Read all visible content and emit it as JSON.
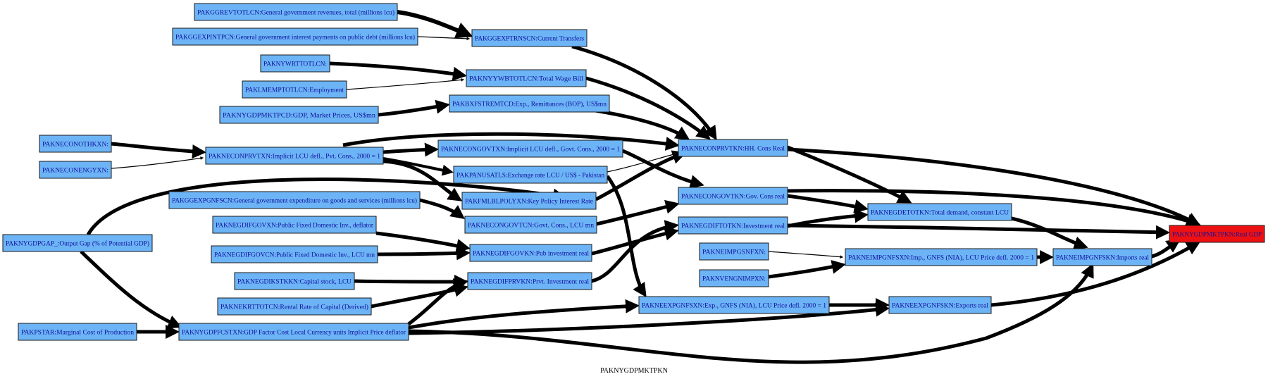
{
  "colors": {
    "node_fill": "#6cb4f5",
    "target_fill": "#ee1111",
    "edge": "#000000",
    "background": "#ffffff"
  },
  "caption": "PAKNYGDPMKTPKN",
  "nodes": [
    {
      "id": "n1",
      "label": "PAKGGREVTOTLCN:General government revenues, total (millions lcu)"
    },
    {
      "id": "n2",
      "label": "PAKGGEXPINTPCN:General government interest payments on public debt (millions lcu)"
    },
    {
      "id": "n3",
      "label": "PAKGGEXPTRNSCN:Current Transfers"
    },
    {
      "id": "n4",
      "label": "PAKNYWRTTOTLCN:"
    },
    {
      "id": "n5",
      "label": "PAKLMEMPTOTLCN:Employment"
    },
    {
      "id": "n6",
      "label": "PAKNYYWBTOTLCN:Total Wage Bill"
    },
    {
      "id": "n7",
      "label": "PAKNYGDPMKTPCD:GDP, Market Prices, US$mn"
    },
    {
      "id": "n8",
      "label": "PAKBXFSTREMTCD:Exp., Remittances (BOP), US$mn"
    },
    {
      "id": "n9",
      "label": "PAKNECONOTHKXN:"
    },
    {
      "id": "n10",
      "label": "PAKNECONENGYXN:"
    },
    {
      "id": "n11",
      "label": "PAKNECONPRVTXN:Implicit LCU defl., Pvt. Cons., 2000 = 1"
    },
    {
      "id": "n12",
      "label": "PAKNECONGOVTXN:Implicit LCU defl., Govt. Cons., 2000 = 1"
    },
    {
      "id": "n13",
      "label": "PAKPANUSATLS:Exchange rate LCU / US$ - Pakistan"
    },
    {
      "id": "n14",
      "label": "PAKFMLBLPOLYXN:Key Policy Interest Rate"
    },
    {
      "id": "n15",
      "label": "PAKNECONPRVTKN:HH. Cons Real"
    },
    {
      "id": "n16",
      "label": "PAKGGEXPGNFSCN:General government expenditure on goods and services (millions lcu)"
    },
    {
      "id": "n17",
      "label": "PAKNECONGOVTKN:Gov. Cons real"
    },
    {
      "id": "n18",
      "label": "PAKNECONGOVTCN:Govt. Cons., LCU mn"
    },
    {
      "id": "n19",
      "label": "PAKNYGDPGAP_:Output Gap (% of Potential GDP)"
    },
    {
      "id": "n20",
      "label": "PAKNEGDIFGOVXN:Public Fixed Domestic Inv., deflator"
    },
    {
      "id": "n21",
      "label": "PAKNEGDIFGOVCN:Public Fixed Domestic Inv., LCU mn"
    },
    {
      "id": "n22",
      "label": "PAKNEGDIFGOVKN:Pub investment real"
    },
    {
      "id": "n23",
      "label": "PAKNEGDIFTOTKN:Investment real"
    },
    {
      "id": "n24",
      "label": "PAKNEGDETOTKN:Total demand, constant LCU"
    },
    {
      "id": "n25",
      "label": "PAKNYGDPMKTPKN:Real GDP"
    },
    {
      "id": "n26",
      "label": "PAKNEIMPGSNFXN:"
    },
    {
      "id": "n27",
      "label": "PAKNEIMPGNFSXN:Imp., GNFS (NIA), LCU Price defl. 2000 = 1"
    },
    {
      "id": "n28",
      "label": "PAKNEIMPGNFSKN:Imports real"
    },
    {
      "id": "n29",
      "label": "PAKNVENGNIMPXN:"
    },
    {
      "id": "n30",
      "label": "PAKNEGDIKSTKKN:Capital stock, LCU"
    },
    {
      "id": "n31",
      "label": "PAKNEGDIFPRVKN:Prvt. Investment real"
    },
    {
      "id": "n32",
      "label": "PAKNEKRTTOTCN:Rental Rate of Capital (Derived)"
    },
    {
      "id": "n33",
      "label": "PAKNEEXPGNFSXN:Exp., GNFS (NIA), LCU Price defl. 2000 = 1"
    },
    {
      "id": "n34",
      "label": "PAKNEEXPGNFSKN:Exports real"
    },
    {
      "id": "n35",
      "label": "PAKPSTAR:Marginal Cost of Production"
    },
    {
      "id": "n36",
      "label": "PAKNYGDPFCSTXN:GDP Factor Cost Local Currency units Implicit Price deflator"
    }
  ]
}
